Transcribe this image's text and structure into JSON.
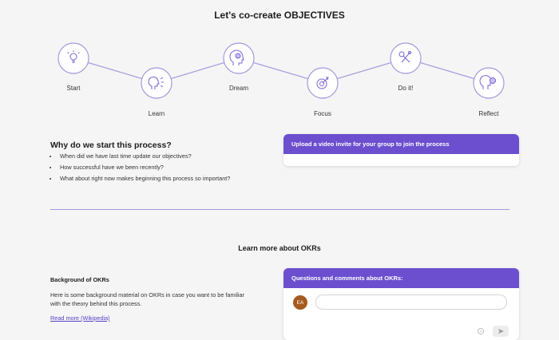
{
  "page": {
    "title": "Let's co-create OBJECTIVES"
  },
  "steps": [
    {
      "label": "Start",
      "icon": "lightbulb-icon"
    },
    {
      "label": "Learn",
      "icon": "head-ideas-icon"
    },
    {
      "label": "Dream",
      "icon": "dream-head-icon"
    },
    {
      "label": "Focus",
      "icon": "target-icon"
    },
    {
      "label": "Do it!",
      "icon": "tools-icon"
    },
    {
      "label": "Reflect",
      "icon": "reflect-head-icon"
    }
  ],
  "why": {
    "title": "Why do we start this process?",
    "items": [
      "When did we have last time update our objectives?",
      "How successful have we been recently?",
      "What about right now makes beginning this process so important?"
    ]
  },
  "video_card": {
    "header": "Upload a video invite for your group to join the process"
  },
  "okr": {
    "title": "Learn more about OKRs",
    "background_title": "Background of OKRs",
    "background_text": "Here is some background material on OKRs in case you want to be familiar with the theory behind this process.",
    "link": "Read more (Wikipedia)"
  },
  "comments_card": {
    "header": "Questions and comments about OKRs:",
    "avatar": "EA",
    "input_placeholder": ""
  },
  "colors": {
    "accent": "#6b4fcf",
    "line": "#a59bdc"
  }
}
